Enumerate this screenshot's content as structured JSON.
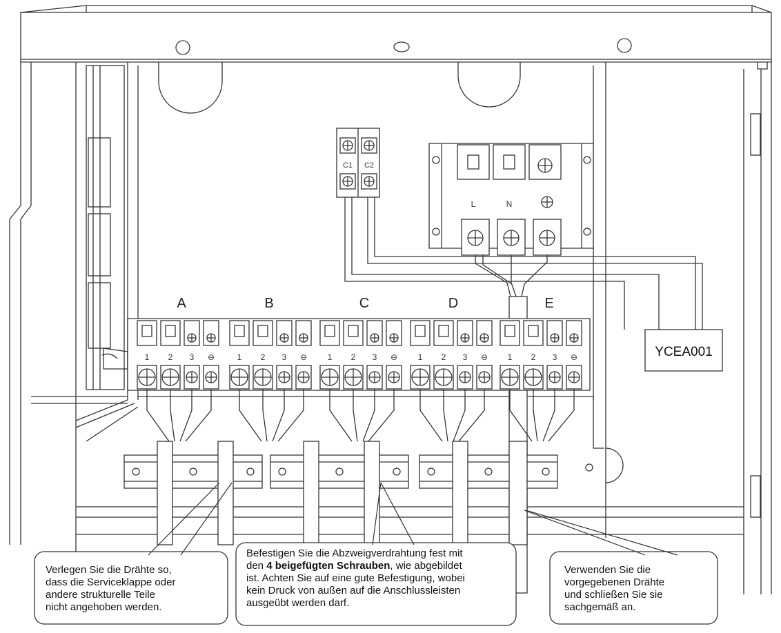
{
  "terminal_groups": [
    {
      "label": "A",
      "pins": [
        "1",
        "2",
        "3",
        "⊖"
      ]
    },
    {
      "label": "B",
      "pins": [
        "1",
        "2",
        "3",
        "⊖"
      ]
    },
    {
      "label": "C",
      "pins": [
        "1",
        "2",
        "3",
        "⊖"
      ]
    },
    {
      "label": "D",
      "pins": [
        "1",
        "2",
        "3",
        "⊖"
      ]
    },
    {
      "label": "E",
      "pins": [
        "1",
        "2",
        "3",
        "⊖"
      ]
    }
  ],
  "power_block": {
    "labels": [
      "L",
      "N",
      "⊕"
    ]
  },
  "signal_block": {
    "labels": [
      "C1",
      "C2"
    ]
  },
  "adapter_label": "YCEA001",
  "callouts": {
    "left": {
      "lines": [
        "Verlegen Sie die Drähte so,",
        "dass die Serviceklappe oder",
        "andere strukturelle Teile",
        "nicht angehoben werden."
      ]
    },
    "middle": {
      "line1": "Befestigen Sie die Abzweigverdrahtung fest mit",
      "line2_prefix": "den ",
      "line2_bold": "4 beigefügten Schrauben",
      "line2_suffix": ", wie abgebildet",
      "line3": "ist. Achten Sie auf eine gute Befestigung, wobei",
      "line4": "kein Druck von außen auf die Anschlussleisten",
      "line5": "ausgeübt werden darf."
    },
    "right": {
      "lines": [
        "Verwenden Sie die",
        "vorgegebenen Drähte",
        "und schließen Sie sie",
        "sachgemäß an."
      ]
    }
  }
}
